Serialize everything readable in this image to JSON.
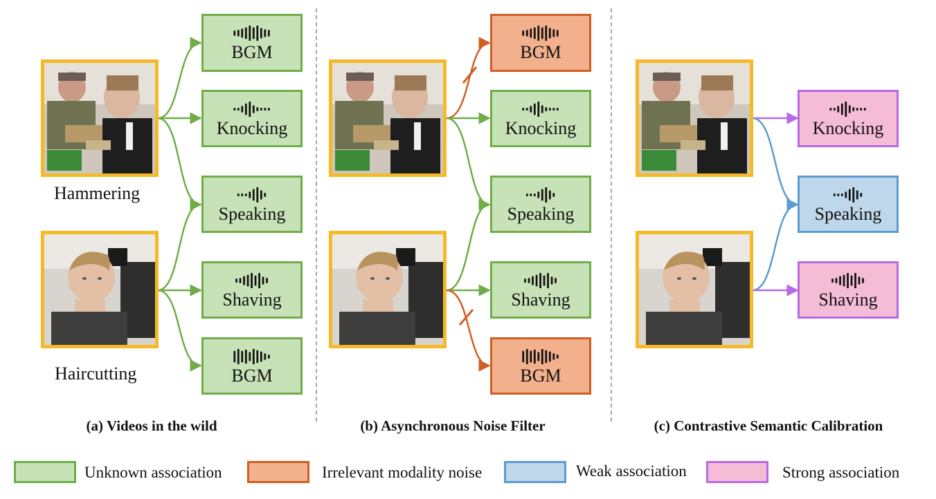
{
  "panels": {
    "a": {
      "title": "(a) Videos in the wild",
      "video_captions": [
        "Hammering",
        "Haircutting"
      ],
      "boxes": [
        "BGM",
        "Knocking",
        "Speaking",
        "Shaving",
        "BGM"
      ]
    },
    "b": {
      "title": "(b) Asynchronous Noise Filter",
      "boxes": [
        "BGM",
        "Knocking",
        "Speaking",
        "Shaving",
        "BGM"
      ]
    },
    "c": {
      "title": "(c) Contrastive Semantic Calibration",
      "boxes": [
        "Knocking",
        "Speaking",
        "Shaving"
      ]
    }
  },
  "legend": [
    {
      "label": "Unknown association",
      "color": "#c7e2b7",
      "border": "#6fad47"
    },
    {
      "label": "Irrelevant modality noise",
      "color": "#f2b08c",
      "border": "#cf5f24"
    },
    {
      "label": "Weak association",
      "color": "#bed7ea",
      "border": "#5a9bd3"
    },
    {
      "label": "Strong association",
      "color": "#f5bcd6",
      "border": "#b769e6"
    }
  ],
  "colors": {
    "unknown": "#6fad47",
    "noise": "#cf5f24",
    "weak": "#5a9bd3",
    "strong": "#b769e6",
    "frame": "#f6b928"
  },
  "icons": {
    "waveform": "audio-waveform-icon",
    "cut_mark": "cut-mark-icon"
  }
}
